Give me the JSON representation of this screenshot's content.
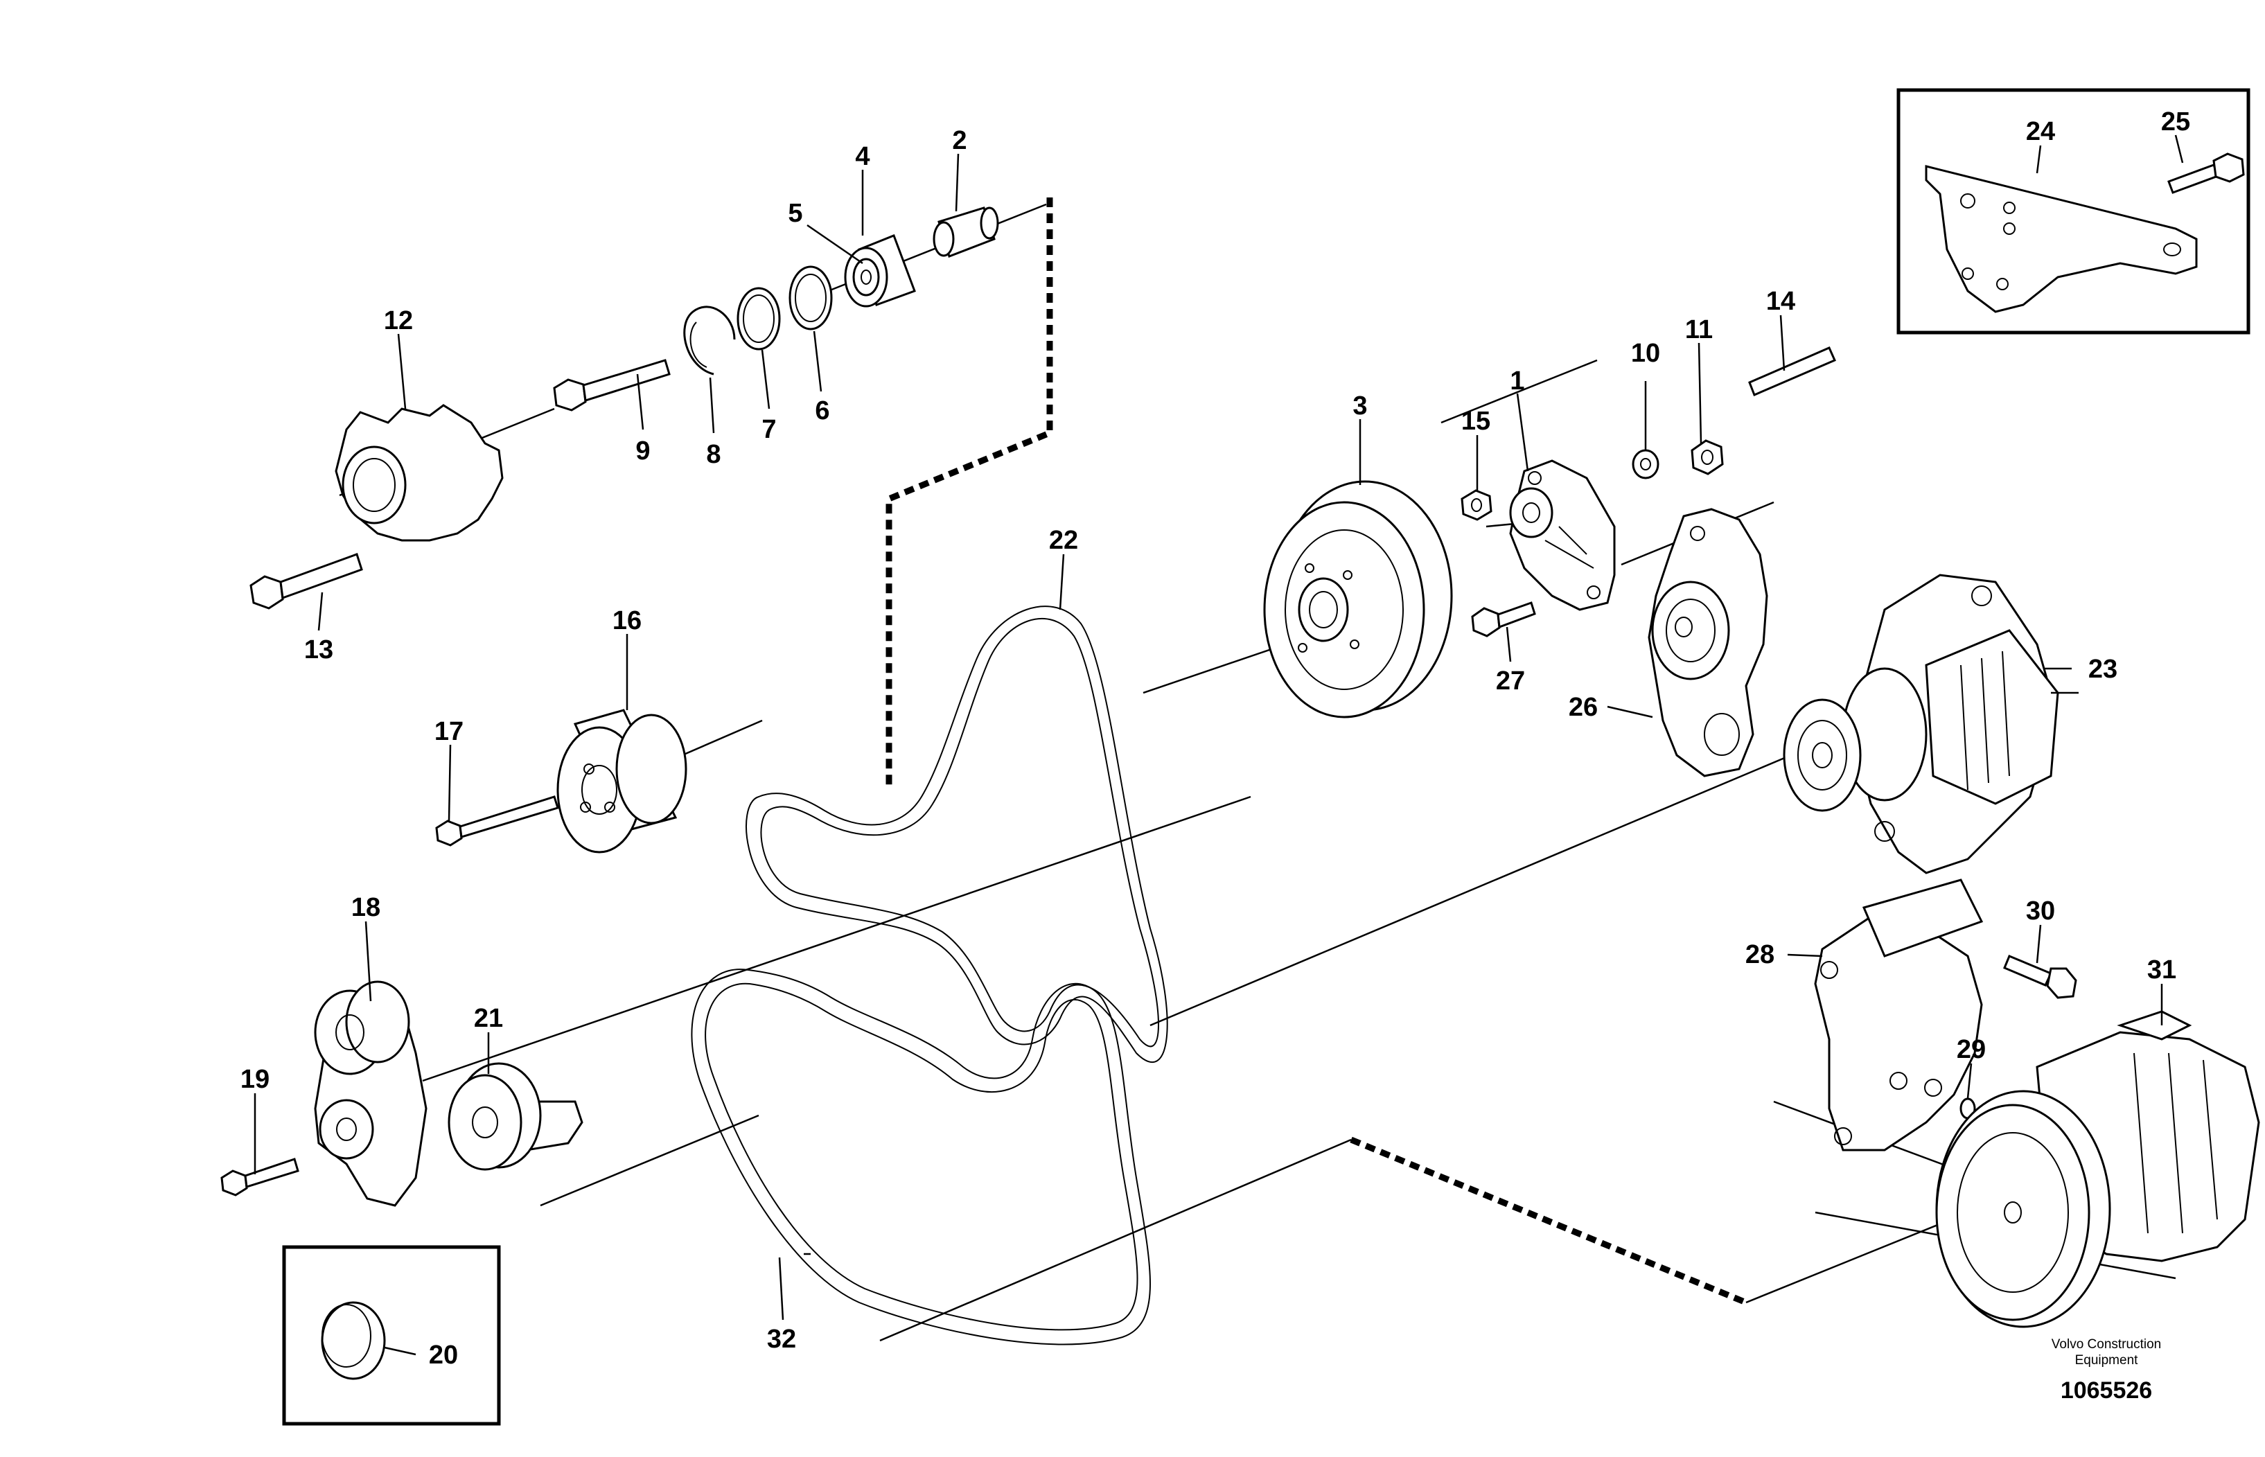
{
  "diagram": {
    "callouts": [
      "1",
      "2",
      "3",
      "4",
      "5",
      "6",
      "7",
      "8",
      "9",
      "10",
      "11",
      "12",
      "13",
      "14",
      "15",
      "16",
      "17",
      "18",
      "19",
      "20",
      "21",
      "22",
      "23",
      "24",
      "25",
      "26",
      "27",
      "28",
      "29",
      "30",
      "31",
      "32"
    ],
    "publisher": "Volvo Construction Equipment",
    "publisher_line1": "Volvo Construction",
    "publisher_line2": "Equipment",
    "drawing_number": "1065526"
  }
}
